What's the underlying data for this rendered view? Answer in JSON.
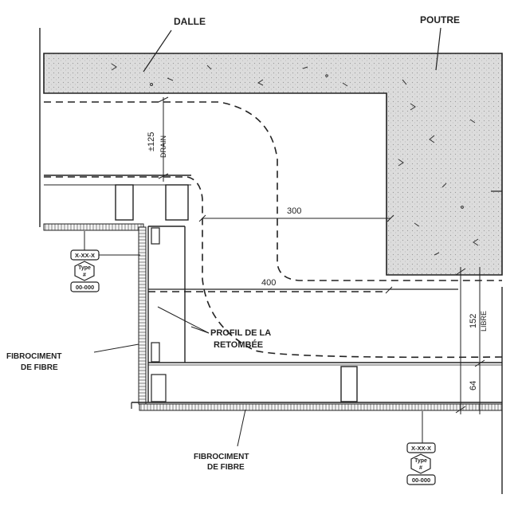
{
  "labels": {
    "dalle": "DALLE",
    "poutre": "POUTRE",
    "profil_line1": "PROFIL DE LA",
    "profil_line2": "RETOMBÉE",
    "fibro_left_line1": "FIBROCIMENT",
    "fibro_left_line2": "DE FIBRE",
    "fibro_bottom_line1": "FIBROCIMENT",
    "fibro_bottom_line2": "DE FIBRE"
  },
  "dimensions": {
    "drain_value": "±125",
    "drain_label": "DRAIN",
    "d300": "300",
    "d400": "400",
    "d152": "152",
    "libre": "LIBRE",
    "d64": "64"
  },
  "tags": [
    {
      "code": "X-XX-X",
      "type_line1": "Type",
      "type_line2": "#",
      "number": "00-000"
    },
    {
      "code": "X-XX-X",
      "type_line1": "Type",
      "type_line2": "#",
      "number": "00-000"
    }
  ],
  "colors": {
    "concrete": "#d9d9d9",
    "ink": "#222222"
  }
}
